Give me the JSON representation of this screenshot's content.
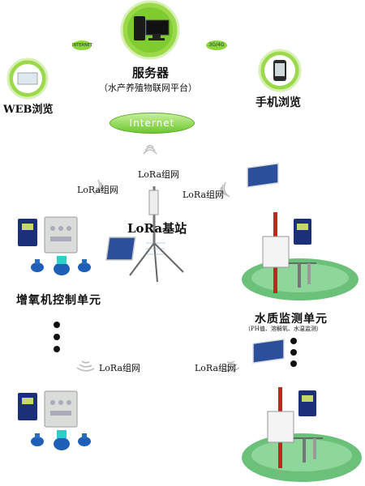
{
  "server": {
    "title": "服务器",
    "subtitle": "（水产养殖物联网平台）"
  },
  "web_view": {
    "label": "WEB浏览"
  },
  "mobile_view": {
    "label": "手机浏览"
  },
  "links": {
    "internet_small": "INTERNET",
    "mobile_net": "3G/4G",
    "internet_main": "Internet"
  },
  "base_station": {
    "label": "LoRa基站",
    "network_label": "LoRa组网"
  },
  "network_labels": {
    "left_top": "LoRa组网",
    "right_top": "LoRa组网",
    "left_bottom": "LoRa组网",
    "right_bottom": "LoRa组网"
  },
  "aerator_unit": {
    "label": "增氧机控制单元"
  },
  "water_unit": {
    "label": "水质监测单元",
    "sublabel": "（PH值、溶解氧、水温监测）"
  },
  "colors": {
    "green": "#8cd63c",
    "dark_green": "#3aa02a",
    "water": "#6bc07a",
    "blue": "#1c3f8f",
    "cabinet": "#d9dcd9"
  }
}
